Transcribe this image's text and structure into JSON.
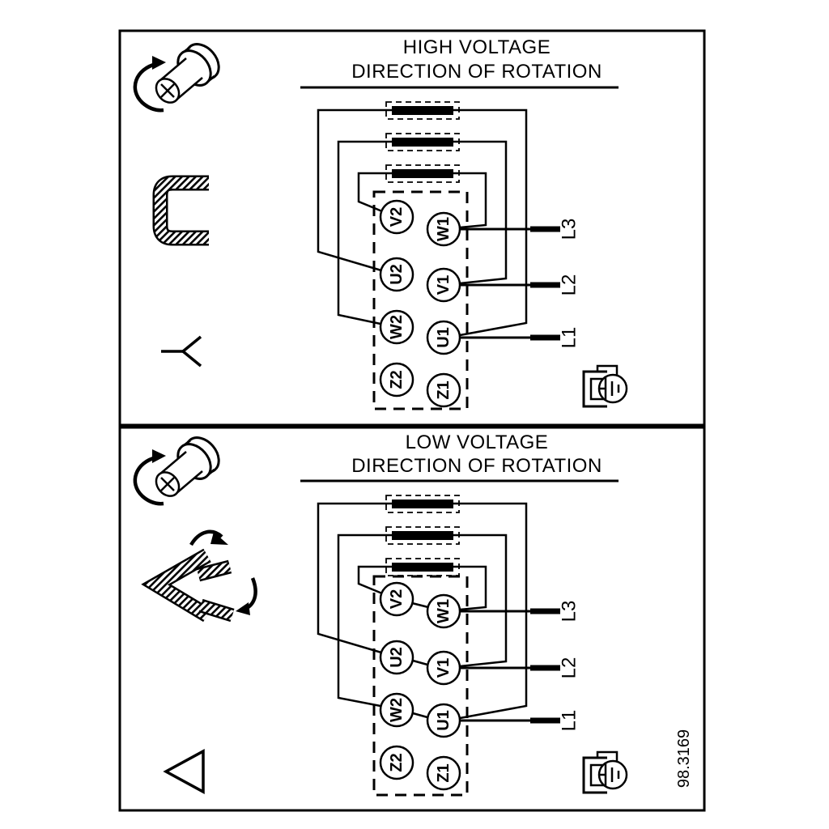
{
  "figure_number": "98.3169",
  "colors": {
    "ink": "#000000",
    "background": "#ffffff"
  },
  "panels": [
    {
      "id": "high-voltage",
      "title_line1": "HIGH VOLTAGE",
      "title_line2": "DIRECTION OF ROTATION",
      "connection": "star",
      "terminals": {
        "left": [
          "V2",
          "U2",
          "W2",
          "Z2"
        ],
        "right": [
          "W1",
          "V1",
          "U1",
          "Z1"
        ]
      },
      "supply_lines": [
        "L3",
        "L2",
        "L1"
      ],
      "icons": [
        "screw-rotation-icon",
        "star-bridge-icon",
        "star-symbol",
        "earth-terminal-icon"
      ]
    },
    {
      "id": "low-voltage",
      "title_line1": "LOW VOLTAGE",
      "title_line2": "DIRECTION OF ROTATION",
      "connection": "delta",
      "terminals": {
        "left": [
          "V2",
          "U2",
          "W2",
          "Z2"
        ],
        "right": [
          "W1",
          "V1",
          "U1",
          "Z1"
        ]
      },
      "supply_lines": [
        "L3",
        "L2",
        "L1"
      ],
      "icons": [
        "screw-rotation-icon",
        "delta-bridge-icon",
        "delta-symbol",
        "earth-terminal-icon"
      ]
    }
  ]
}
